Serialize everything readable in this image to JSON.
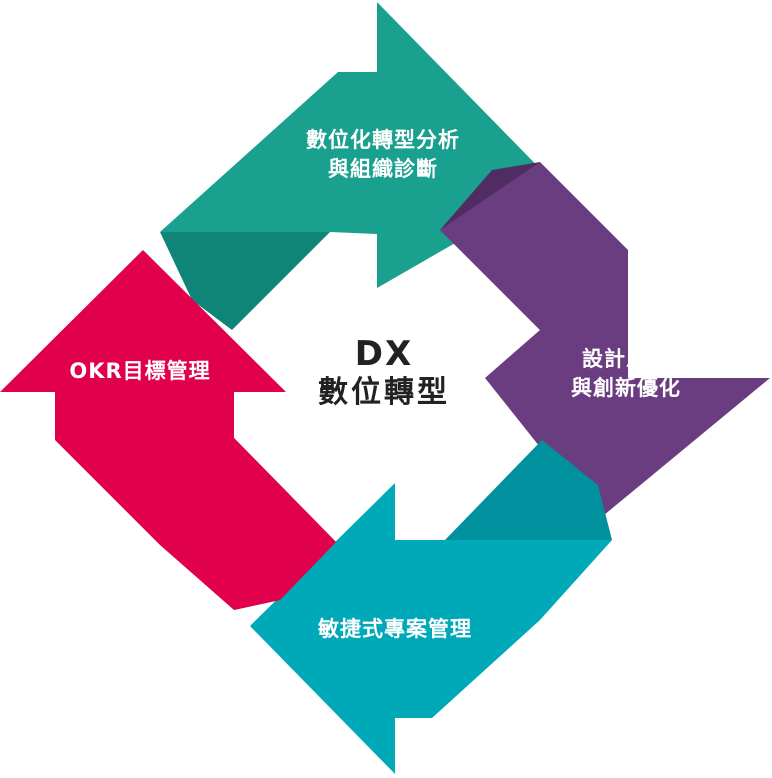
{
  "center": {
    "title": "DX",
    "subtitle": "數位轉型"
  },
  "steps": [
    {
      "line1": "數位化轉型分析",
      "line2": "與組織診斷",
      "color": "#1aa08e",
      "shade": "#0f8577"
    },
    {
      "line1": "設計思考",
      "line2": "與創新優化",
      "color": "#6a3d80",
      "shade": "#4f2c62"
    },
    {
      "line1": "敏捷式專案管理",
      "line2": "",
      "color": "#00a9b8",
      "shade": "#01909d"
    },
    {
      "line1": "OKR目標管理",
      "line2": "",
      "color": "#e0004c",
      "shade": "#b8003d"
    }
  ]
}
